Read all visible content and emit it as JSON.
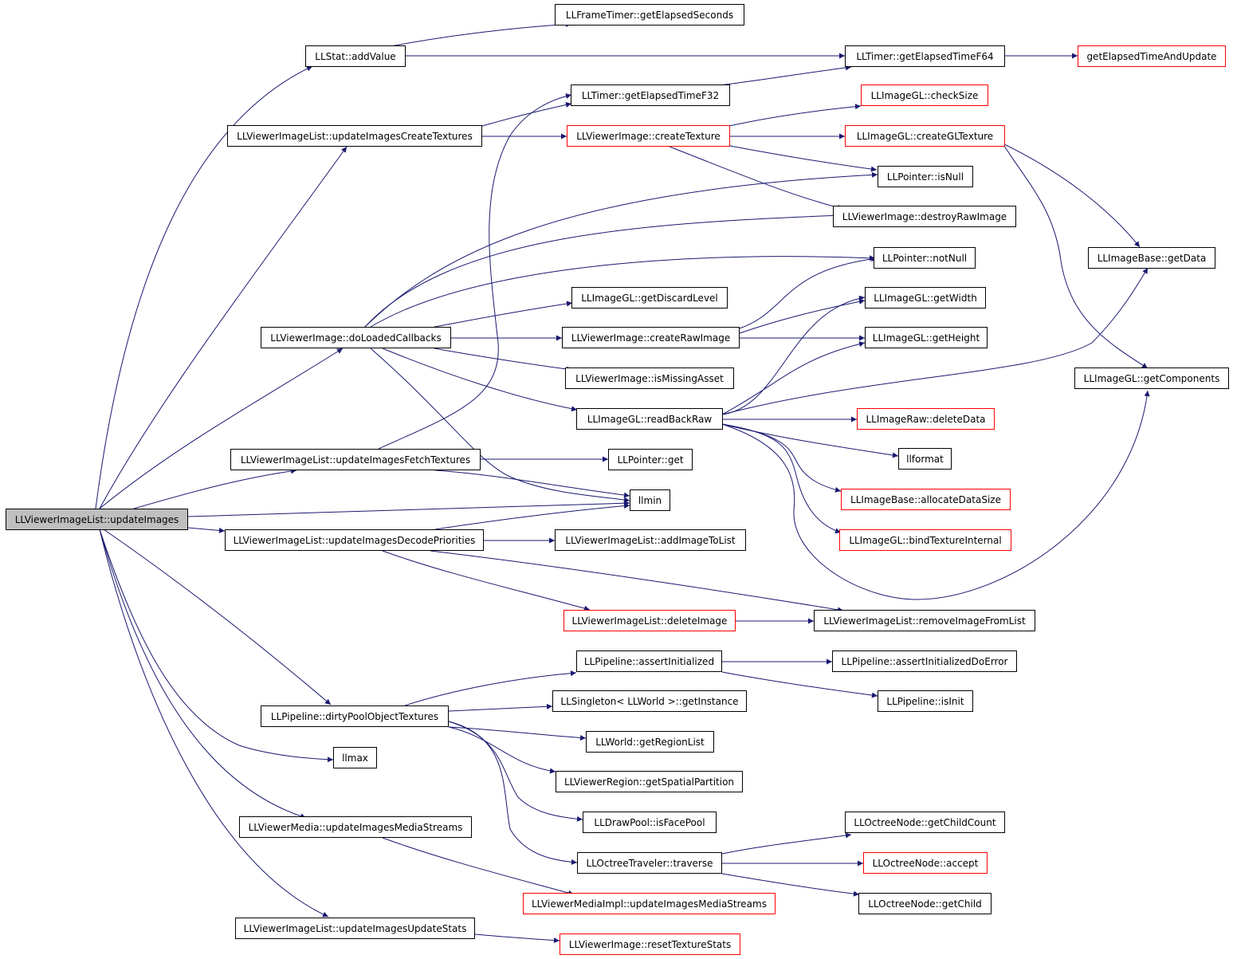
{
  "colors": {
    "edge": "#191970",
    "border": "#000000",
    "border_incomplete": "#ff0000",
    "root_fill": "#bfbfbf"
  },
  "nodes": {
    "root": "LLViewerImageList::updateImages",
    "stat_add": "LLStat::addValue",
    "frametimer": "LLFrameTimer::getElapsedSeconds",
    "timer64": "LLTimer::getElapsedTimeF64",
    "getelapsed_update": "getElapsedTimeAndUpdate",
    "timer32": "LLTimer::getElapsedTimeF32",
    "create_tex": "LLViewerImageList::updateImagesCreateTextures",
    "vi_createtex": "LLViewerImage::createTexture",
    "gl_checksize": "LLImageGL::checkSize",
    "gl_creategltex": "LLImageGL::createGLTexture",
    "ptr_isnull": "LLPointer::isNull",
    "destroyraw": "LLViewerImage::destroyRawImage",
    "ptr_notnull": "LLPointer::notNull",
    "base_getdata": "LLImageBase::getData",
    "getdiscard": "LLImageGL::getDiscardLevel",
    "dolc": "LLViewerImage::doLoadedCallbacks",
    "createraw": "LLViewerImage::createRawImage",
    "gl_width": "LLImageGL::getWidth",
    "gl_height": "LLImageGL::getHeight",
    "gl_components": "LLImageGL::getComponents",
    "ismissing": "LLViewerImage::isMissingAsset",
    "readbackraw": "LLImageGL::readBackRaw",
    "raw_delete": "LLImageRaw::deleteData",
    "llformat": "llformat",
    "fetch": "LLViewerImageList::updateImagesFetchTextures",
    "ptr_get": "LLPointer::get",
    "llmin": "llmin",
    "base_alloc": "LLImageBase::allocateDataSize",
    "decode": "LLViewerImageList::updateImagesDecodePriorities",
    "addtolist": "LLViewerImageList::addImageToList",
    "gl_bindinternal": "LLImageGL::bindTextureInternal",
    "deleteimage": "LLViewerImageList::deleteImage",
    "removefromlist": "LLViewerImageList::removeImageFromList",
    "assertinit": "LLPipeline::assertInitialized",
    "assertinit_err": "LLPipeline::assertInitializedDoError",
    "singleton": "LLSingleton< LLWorld >::getInstance",
    "isinit": "LLPipeline::isInit",
    "dirtypool": "LLPipeline::dirtyPoolObjectTextures",
    "regionlist": "LLWorld::getRegionList",
    "llmax": "llmax",
    "spatial": "LLViewerRegion::getSpatialPartition",
    "facepool": "LLDrawPool::isFacePool",
    "media": "LLViewerMedia::updateImagesMediaStreams",
    "childcount": "LLOctreeNode::getChildCount",
    "traverse": "LLOctreeTraveler::traverse",
    "accept": "LLOctreeNode::accept",
    "mediaimpl": "LLViewerMediaImpl::updateImagesMediaStreams",
    "getchild": "LLOctreeNode::getChild",
    "updatestats": "LLViewerImageList::updateImagesUpdateStats",
    "resetstats": "LLViewerImage::resetTextureStats"
  }
}
